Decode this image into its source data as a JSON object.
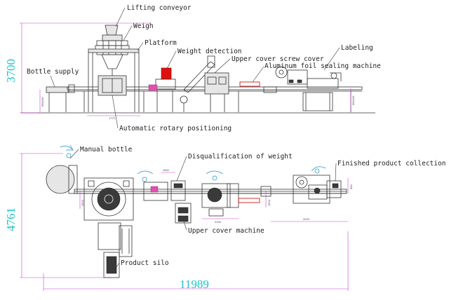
{
  "labels": {
    "lifting_conveyor": "Lifting conveyor",
    "weigh": "Weigh",
    "platform": "Platform",
    "weight_detection": "Weight detection",
    "upper_cover_screw_cover": "Upper cover screw cover",
    "labeling": "Labeling",
    "aluminum_foil_sealing": "Aluminum foil sealing machine",
    "bottle_supply": "Bottle supply",
    "automatic_rotary_positioning": "Automatic rotary positioning",
    "manual_bottle": "Manual bottle",
    "disqualification_of_weight": "Disqualification of weight",
    "finished_product_collection": "Finished product collection",
    "upper_cover_machine": "Upper cover machine",
    "product_silo": "Product silo"
  },
  "dimensions": {
    "side_height": "3700",
    "plan_height": "4761",
    "overall_length": "11989"
  },
  "colors": {
    "dimension_text": "#18c6cc",
    "dimension_line": "#d23ad2",
    "reject_chute": "#c00000",
    "weight_detector": "#e01010",
    "label_text": "#222222"
  }
}
